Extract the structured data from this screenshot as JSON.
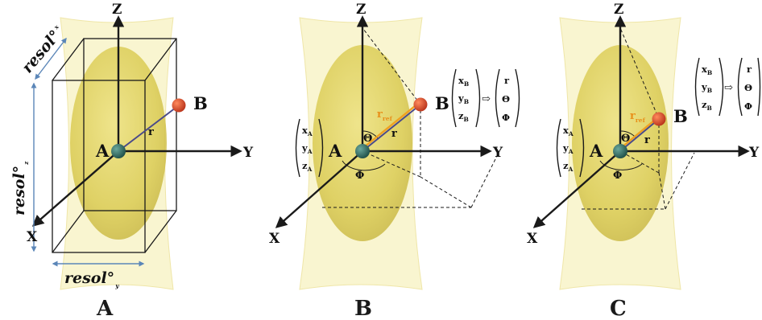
{
  "axes": {
    "z": "Z",
    "y": "Y",
    "x": "X"
  },
  "points": {
    "a": "A",
    "b": "B"
  },
  "distance_label": "r",
  "reference_label": {
    "main": "r",
    "sub": "ref"
  },
  "angle_labels": {
    "theta": "Θ",
    "phi": "Φ"
  },
  "resolution_labels": {
    "x": {
      "main": "resol°",
      "sub": "x"
    },
    "y": {
      "main": "resol°",
      "sub": "y"
    },
    "z": {
      "main": "resol°",
      "sub": "z"
    }
  },
  "coords": {
    "a": [
      {
        "main": "x",
        "sub": "A"
      },
      {
        "main": "y",
        "sub": "A"
      },
      {
        "main": "z",
        "sub": "A"
      }
    ],
    "b": [
      {
        "main": "x",
        "sub": "B"
      },
      {
        "main": "y",
        "sub": "B"
      },
      {
        "main": "z",
        "sub": "B"
      }
    ],
    "spherical": [
      "r",
      "Θ",
      "Φ"
    ],
    "arrow_symbol": "⇨"
  },
  "panel_labels": [
    "A",
    "B",
    "C"
  ],
  "colors": {
    "hourglass_fill": "#f7f1c0",
    "ellipsoid_fill": "#d9c84a",
    "point_a": "#2f6b62",
    "point_b": "#e0492a",
    "reference_line": "#f0a020",
    "resolution_arrow": "#5b86b8",
    "axis": "#1a1a1a"
  }
}
